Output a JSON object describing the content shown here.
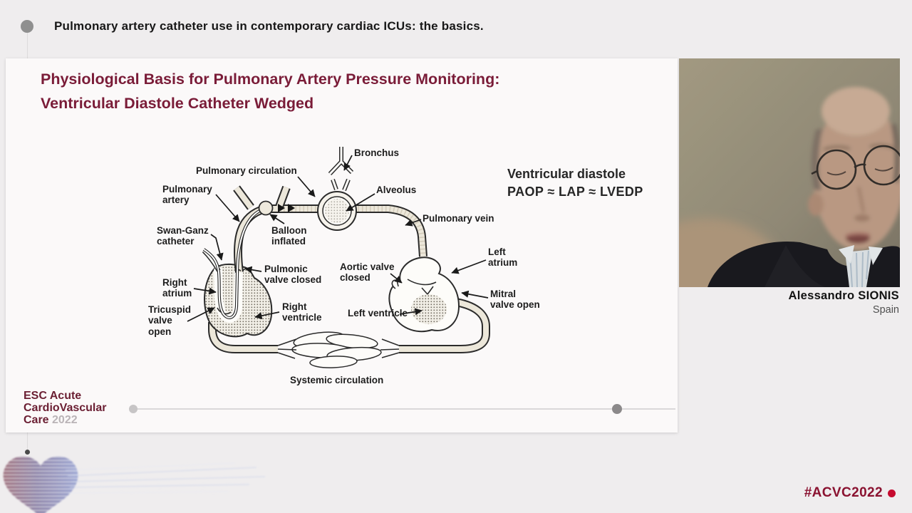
{
  "colors": {
    "slide_title": "#7a1c38",
    "logo_maroon": "#6b1f33",
    "hashtag": "#8a1230",
    "hashtag_dot": "#c60b2f",
    "header_text": "#171717"
  },
  "header": {
    "title": "Pulmonary artery catheter use in contemporary cardiac ICUs: the basics."
  },
  "slide": {
    "title": "Physiological Basis for Pulmonary Artery Pressure Monitoring:\nVentricular Diastole Catheter Wedged",
    "note_heading": "Ventricular diastole",
    "note_formula": "PAOP ≈ LAP ≈ LVEDP",
    "diagram_labels": [
      {
        "id": "bronchus",
        "text": "Bronchus"
      },
      {
        "id": "pulmonary-circulation",
        "text": "Pulmonary circulation"
      },
      {
        "id": "pulmonary-artery",
        "text": "Pulmonary\nartery"
      },
      {
        "id": "alveolus",
        "text": "Alveolus"
      },
      {
        "id": "swan-ganz-catheter",
        "text": "Swan-Ganz\ncatheter"
      },
      {
        "id": "balloon-inflated",
        "text": "Balloon\ninflated"
      },
      {
        "id": "pulmonary-vein",
        "text": "Pulmonary vein"
      },
      {
        "id": "pulmonic-valve-closed",
        "text": "Pulmonic\nvalve closed"
      },
      {
        "id": "aortic-valve-closed",
        "text": "Aortic valve\nclosed"
      },
      {
        "id": "left-atrium",
        "text": "Left\natrium"
      },
      {
        "id": "right-atrium",
        "text": "Right\natrium"
      },
      {
        "id": "right-ventricle",
        "text": "Right\nventricle"
      },
      {
        "id": "left-ventricle",
        "text": "Left ventricle"
      },
      {
        "id": "mitral-valve-open",
        "text": "Mitral\nvalve open"
      },
      {
        "id": "tricuspid-valve-open",
        "text": "Tricuspid\nvalve\nopen"
      },
      {
        "id": "systemic-circulation",
        "text": "Systemic circulation"
      }
    ],
    "logo": {
      "line1": "ESC Acute",
      "line2": "CardioVascular",
      "line3": "Care",
      "year": "2022"
    }
  },
  "speaker": {
    "name": "Alessandro SIONIS",
    "country": "Spain"
  },
  "footer": {
    "hashtag": "#ACVC2022"
  }
}
